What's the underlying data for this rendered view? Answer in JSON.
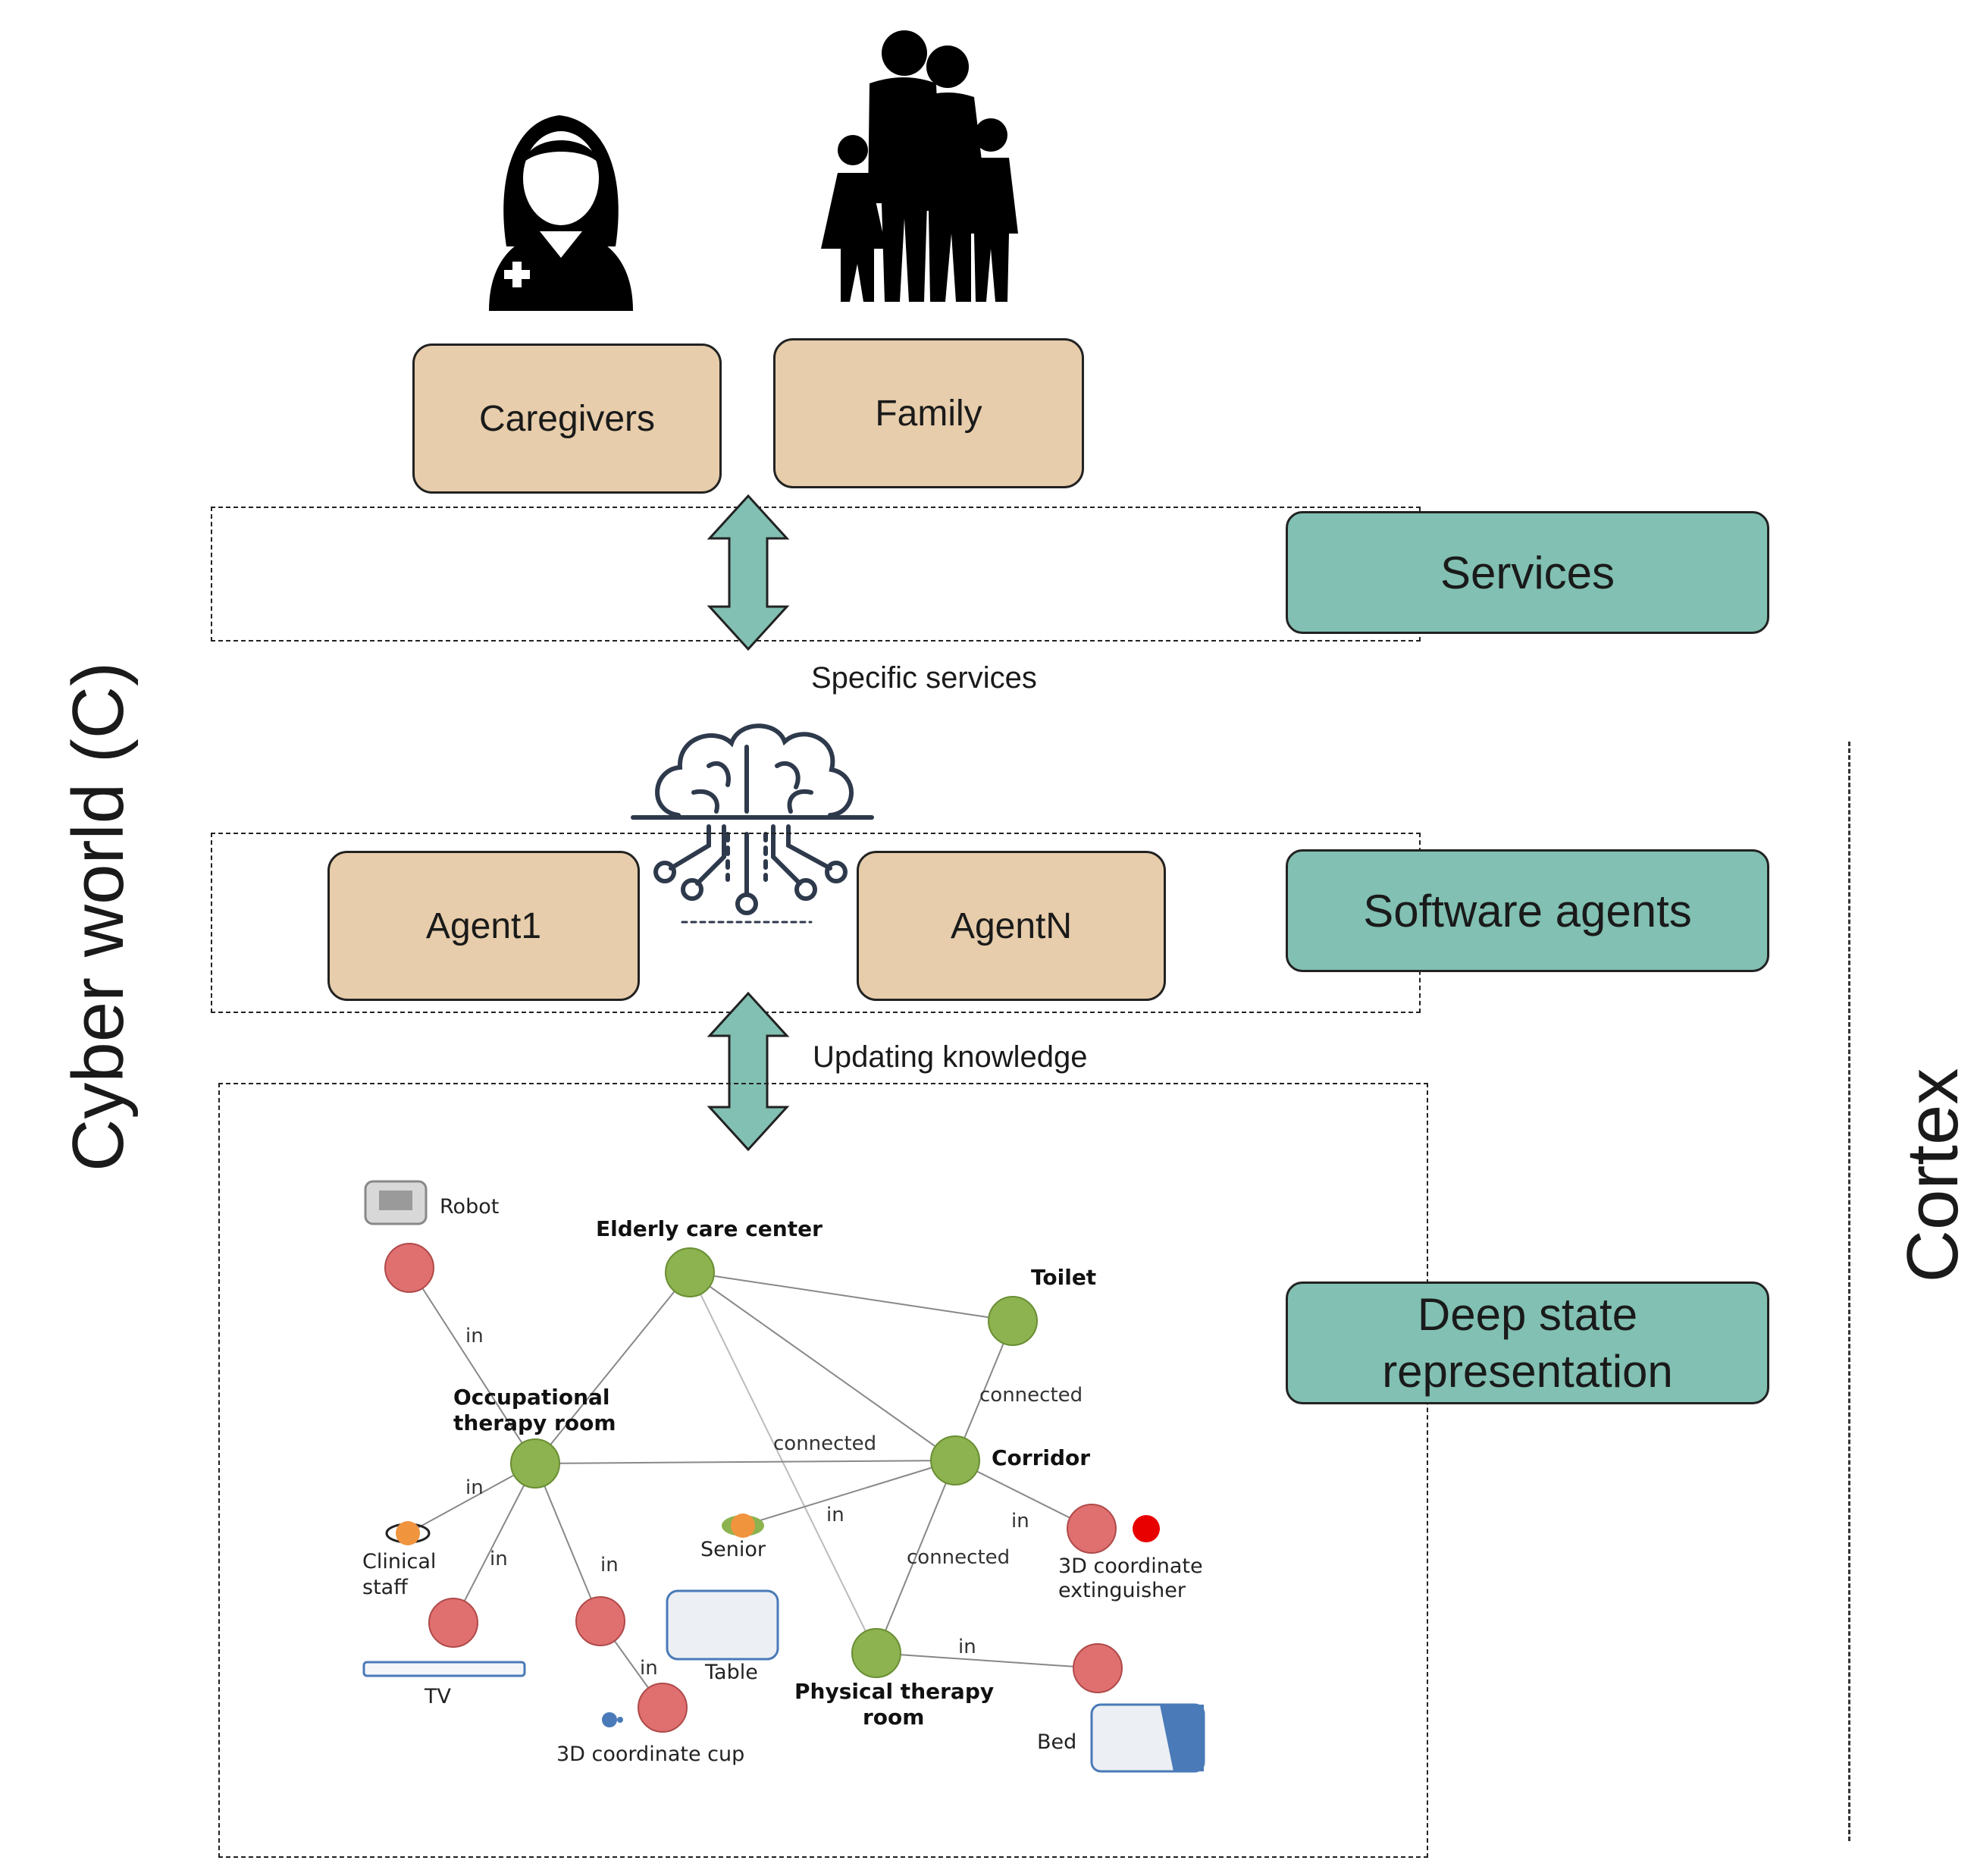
{
  "actors": {
    "caregivers": "Caregivers",
    "family": "Family"
  },
  "layers": {
    "services": "Services",
    "software_agents": "Software agents",
    "deep_state": "Deep state representation"
  },
  "agents": {
    "agent1": "Agent1",
    "agentN": "AgentN"
  },
  "flows": {
    "specific_services": "Specific services",
    "updating_knowledge": "Updating knowledge"
  },
  "side_labels": {
    "cyber_world": "Cyber world (C)",
    "cortex": "Cortex"
  },
  "graph": {
    "nodes": {
      "elderly_care_center": "Elderly care center",
      "toilet": "Toilet",
      "occupational_1": "Occupational",
      "occupational_2": "therapy room",
      "corridor": "Corridor",
      "physical_1": "Physical therapy",
      "physical_2": "room"
    },
    "objects": {
      "robot": "Robot",
      "clinical_1": "Clinical",
      "clinical_2": "staff",
      "tv": "TV",
      "senior": "Senior",
      "table": "Table",
      "cup": "3D coordinate cup",
      "ext_1": "3D coordinate",
      "ext_2": "extinguisher",
      "bed": "Bed"
    },
    "edges": {
      "in": "in",
      "connected": "connected"
    }
  },
  "colors": {
    "tan": "#e7cdab",
    "teal": "#81c0b2",
    "room_node": "#8cb34f",
    "object_node": "#e07070",
    "person_node": "#f0943e",
    "alarm": "#e80000"
  }
}
